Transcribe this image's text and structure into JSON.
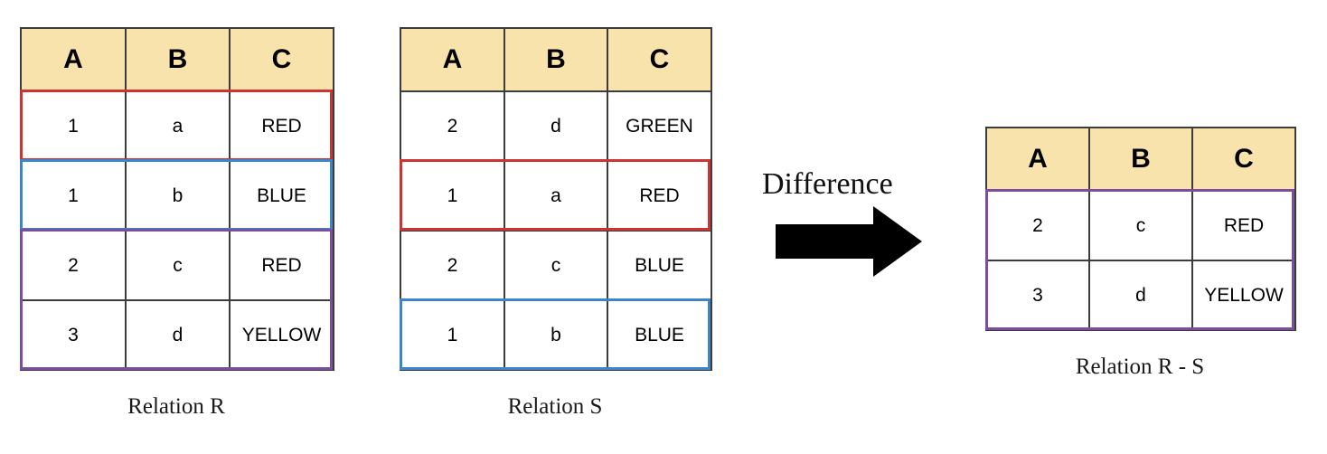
{
  "figure": {
    "kind": "relational-algebra-difference-diagram",
    "operation": {
      "label": "Difference",
      "arrow_icon": "right-arrow-icon",
      "arrow_color": "#000000"
    },
    "palette": {
      "header_fill": "#F9E3AC",
      "grid_line": "#3c3c3c",
      "highlight_red": "#CC3333",
      "highlight_blue": "#3D85C8",
      "highlight_purple": "#7B4F9D"
    }
  },
  "relation_r": {
    "caption": "Relation R",
    "columns": [
      "A",
      "B",
      "C"
    ],
    "rows": [
      {
        "a": "1",
        "b": "a",
        "c": "RED",
        "highlight": "red"
      },
      {
        "a": "1",
        "b": "b",
        "c": "BLUE",
        "highlight": "blue"
      },
      {
        "a": "2",
        "b": "c",
        "c": "RED",
        "highlight": "purple"
      },
      {
        "a": "3",
        "b": "d",
        "c": "YELLOW",
        "highlight": "purple"
      }
    ]
  },
  "relation_s": {
    "caption": "Relation S",
    "columns": [
      "A",
      "B",
      "C"
    ],
    "rows": [
      {
        "a": "2",
        "b": "d",
        "c": "GREEN",
        "highlight": "none"
      },
      {
        "a": "1",
        "b": "a",
        "c": "RED",
        "highlight": "red"
      },
      {
        "a": "2",
        "b": "c",
        "c": "BLUE",
        "highlight": "none"
      },
      {
        "a": "1",
        "b": "b",
        "c": "BLUE",
        "highlight": "blue"
      }
    ]
  },
  "relation_result": {
    "caption": "Relation R - S",
    "columns": [
      "A",
      "B",
      "C"
    ],
    "rows": [
      {
        "a": "2",
        "b": "c",
        "c": "RED",
        "highlight": "purple"
      },
      {
        "a": "3",
        "b": "d",
        "c": "YELLOW",
        "highlight": "purple"
      }
    ]
  }
}
